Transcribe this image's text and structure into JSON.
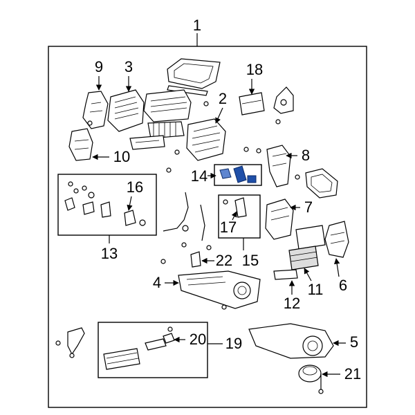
{
  "diagram": {
    "callouts": {
      "c1": "1",
      "c2": "2",
      "c3": "3",
      "c4": "4",
      "c5": "5",
      "c6": "6",
      "c7": "7",
      "c8": "8",
      "c9": "9",
      "c10": "10",
      "c11": "11",
      "c12": "12",
      "c13": "13",
      "c14": "14",
      "c15": "15",
      "c16": "16",
      "c17": "17",
      "c18": "18",
      "c19": "19",
      "c20": "20",
      "c21": "21",
      "c22": "22"
    },
    "highlight_color": "#1f4fa8"
  }
}
